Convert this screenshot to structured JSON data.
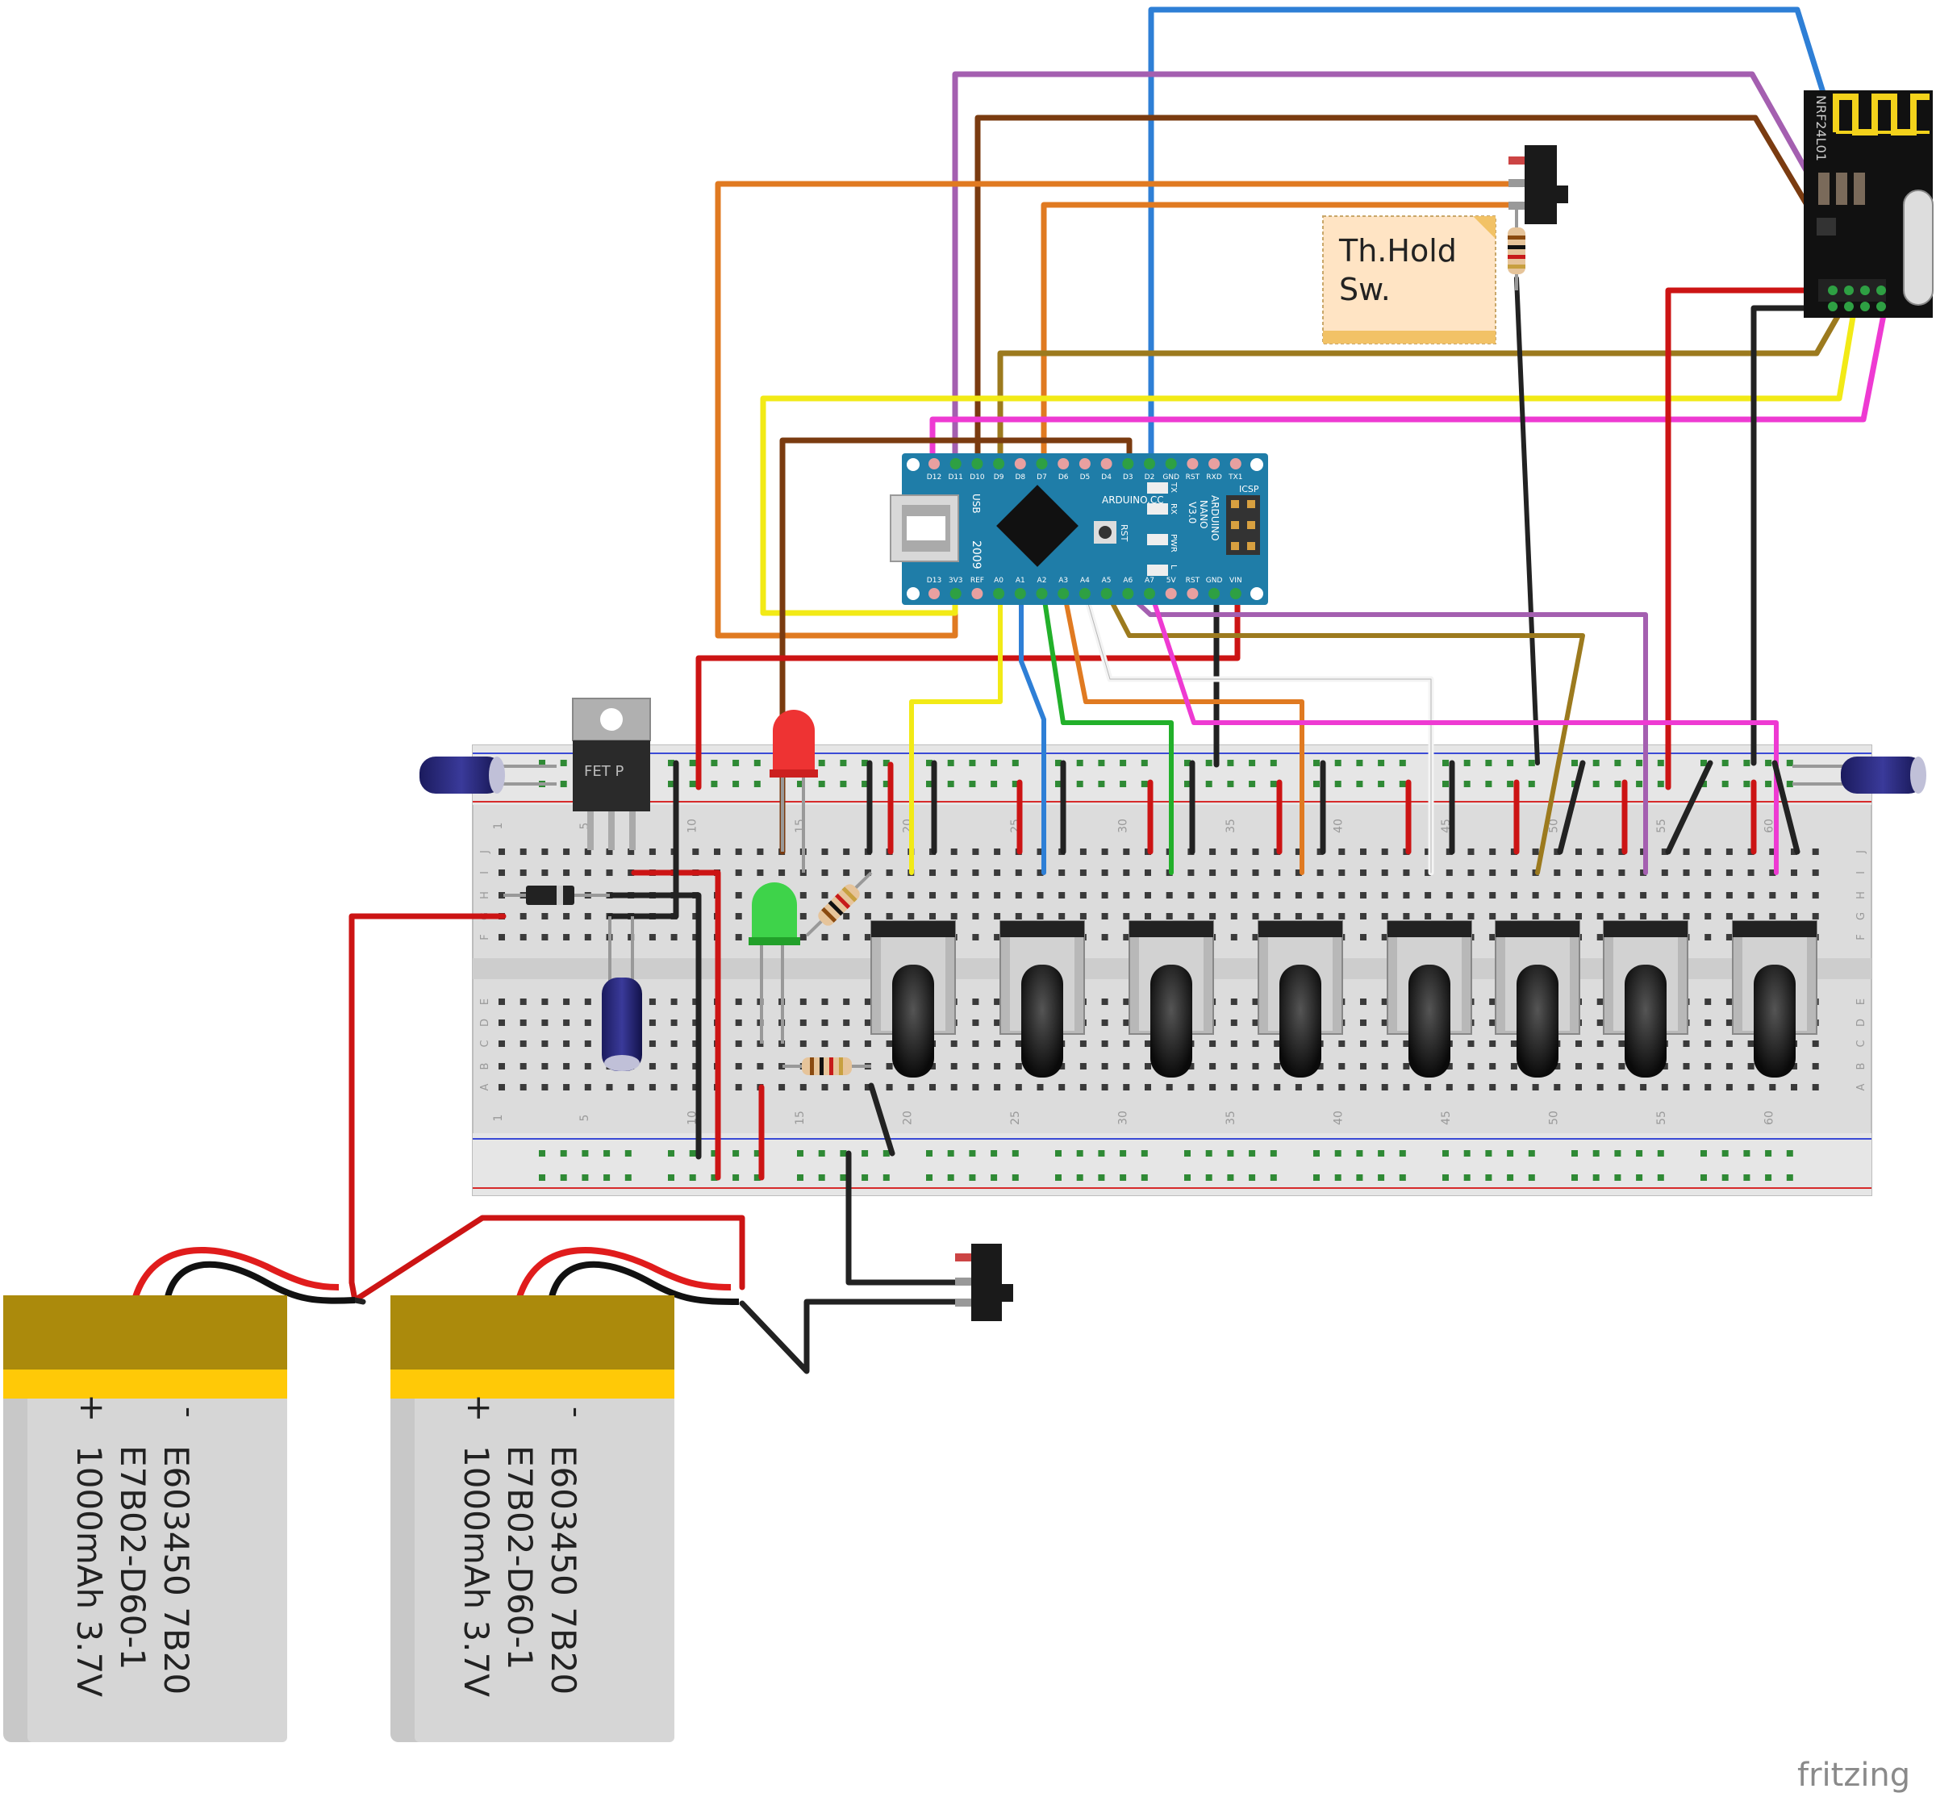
{
  "diagram": {
    "note_text": [
      "Th.Hold",
      "Sw."
    ],
    "brand": "fritzing",
    "regulator_label": "FET P",
    "radio_label": "NRF24L01",
    "arduino": {
      "top_pins": [
        "D12",
        "D11",
        "D10",
        "D9",
        "D8",
        "D7",
        "D6",
        "D5",
        "D4",
        "D3",
        "D2",
        "GND",
        "RST",
        "RXD",
        "TX1"
      ],
      "bottom_pins": [
        "D13",
        "3V3",
        "REF",
        "A0",
        "A1",
        "A2",
        "A3",
        "A4",
        "A5",
        "A6",
        "A7",
        "5V",
        "RST",
        "GND",
        "VIN"
      ],
      "board_lines": [
        "ARDUINO.CC",
        "ARDUINO",
        "NANO",
        "V3.0"
      ],
      "usb_label": "USB",
      "year": "2009",
      "reset_label": "RST",
      "indicator_labels": [
        "TX",
        "RX",
        "PWR",
        "L"
      ],
      "icsp_label": "ICSP"
    },
    "batteries": [
      {
        "minus": "-",
        "plus": "+",
        "lines": [
          "E603450 7B20",
          "E7B02-D60-1",
          "1000mAh 3.7V"
        ]
      },
      {
        "minus": "-",
        "plus": "+",
        "lines": [
          "E603450 7B20",
          "E7B02-D60-1",
          "1000mAh 3.7V"
        ]
      }
    ],
    "breadboard": {
      "col_numbers": [
        "1",
        "5",
        "10",
        "15",
        "20",
        "25",
        "30",
        "35",
        "40",
        "45",
        "50",
        "55",
        "60"
      ],
      "top_row_letters": [
        "J",
        "I",
        "H",
        "G",
        "F"
      ],
      "bottom_row_letters": [
        "E",
        "D",
        "C",
        "B",
        "A"
      ]
    },
    "colors": {
      "red": "#cc1414",
      "black": "#222222",
      "blue": "#2e7fd6",
      "purple": "#a45fb0",
      "brown": "#7a3b10",
      "orange": "#e07a21",
      "yellow": "#f2ea16",
      "olive": "#9c7a1e",
      "magenta": "#ee3ad2",
      "green": "#22b02a",
      "white": "#f4f4f4",
      "grey": "#9a9a9a",
      "board_blue": "#1f7da8",
      "battery_gold": "#ab8a0c",
      "battery_yellow": "#ffc907"
    }
  }
}
